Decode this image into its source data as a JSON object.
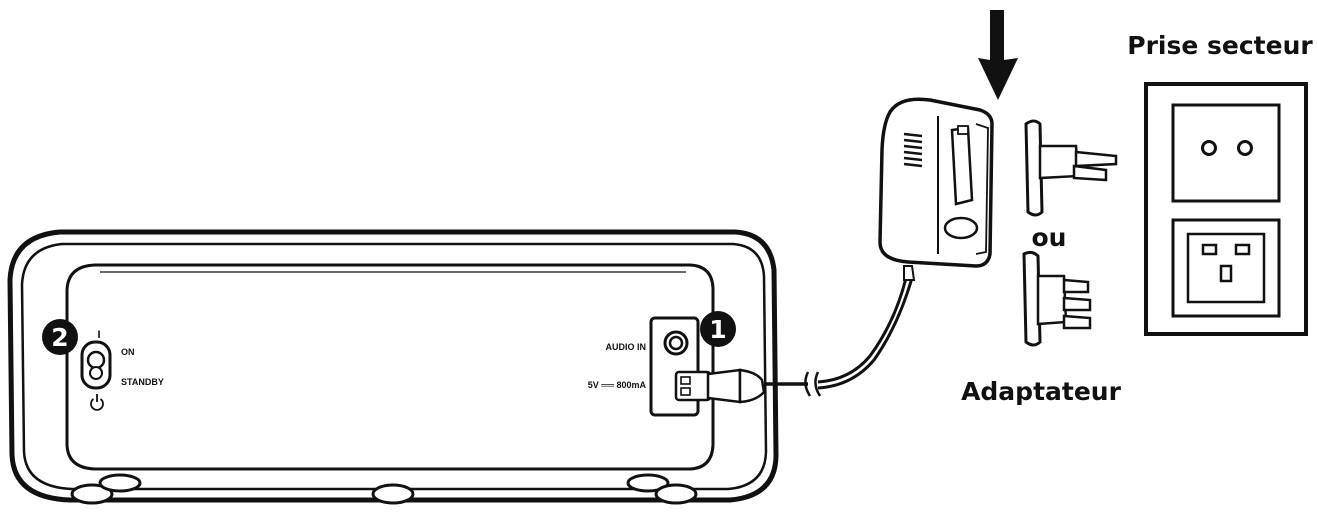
{
  "labels": {
    "prise_secteur": "Prise secteur",
    "ou": "ou",
    "adaptateur": "Adaptateur",
    "audio_in": "AUDIO IN",
    "power_rating": "5V ══ 800mA",
    "switch_on_mark": "I",
    "switch_on": "ON",
    "switch_standby": "STANDBY"
  },
  "badges": {
    "step_one": "1",
    "step_two": "2"
  },
  "icons": {
    "arrow": "down-arrow-icon",
    "power": "power-standby-icon",
    "usb": "usb-plug-icon"
  },
  "colors": {
    "ink": "#111111",
    "background": "#ffffff"
  }
}
